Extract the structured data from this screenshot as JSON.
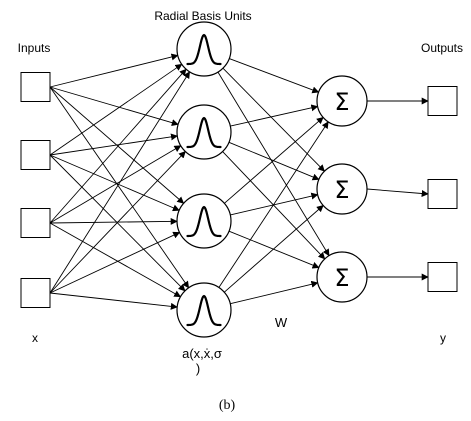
{
  "diagram": {
    "header_rbf": "Radial Basis Units",
    "label_inputs": "Inputs",
    "label_outputs": "Outputs",
    "label_x": "x",
    "label_w": "W",
    "label_y": "y",
    "label_phi_line1": "a(x,ẋ,σ",
    "label_phi_line2": ")",
    "sum_symbol": "Σ",
    "caption": "(b)",
    "input_count": 4,
    "hidden_count": 4,
    "output_count": 3
  }
}
